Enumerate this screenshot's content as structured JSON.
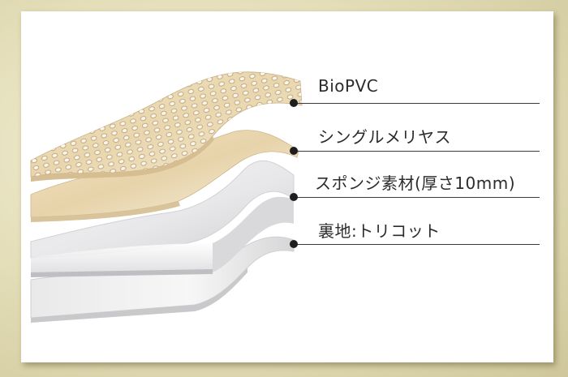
{
  "layers": [
    {
      "label": "BioPVC"
    },
    {
      "label": "シングルメリヤス"
    },
    {
      "label": "スポンジ素材(厚さ10mm)"
    },
    {
      "label": "裏地:トリコット"
    }
  ]
}
